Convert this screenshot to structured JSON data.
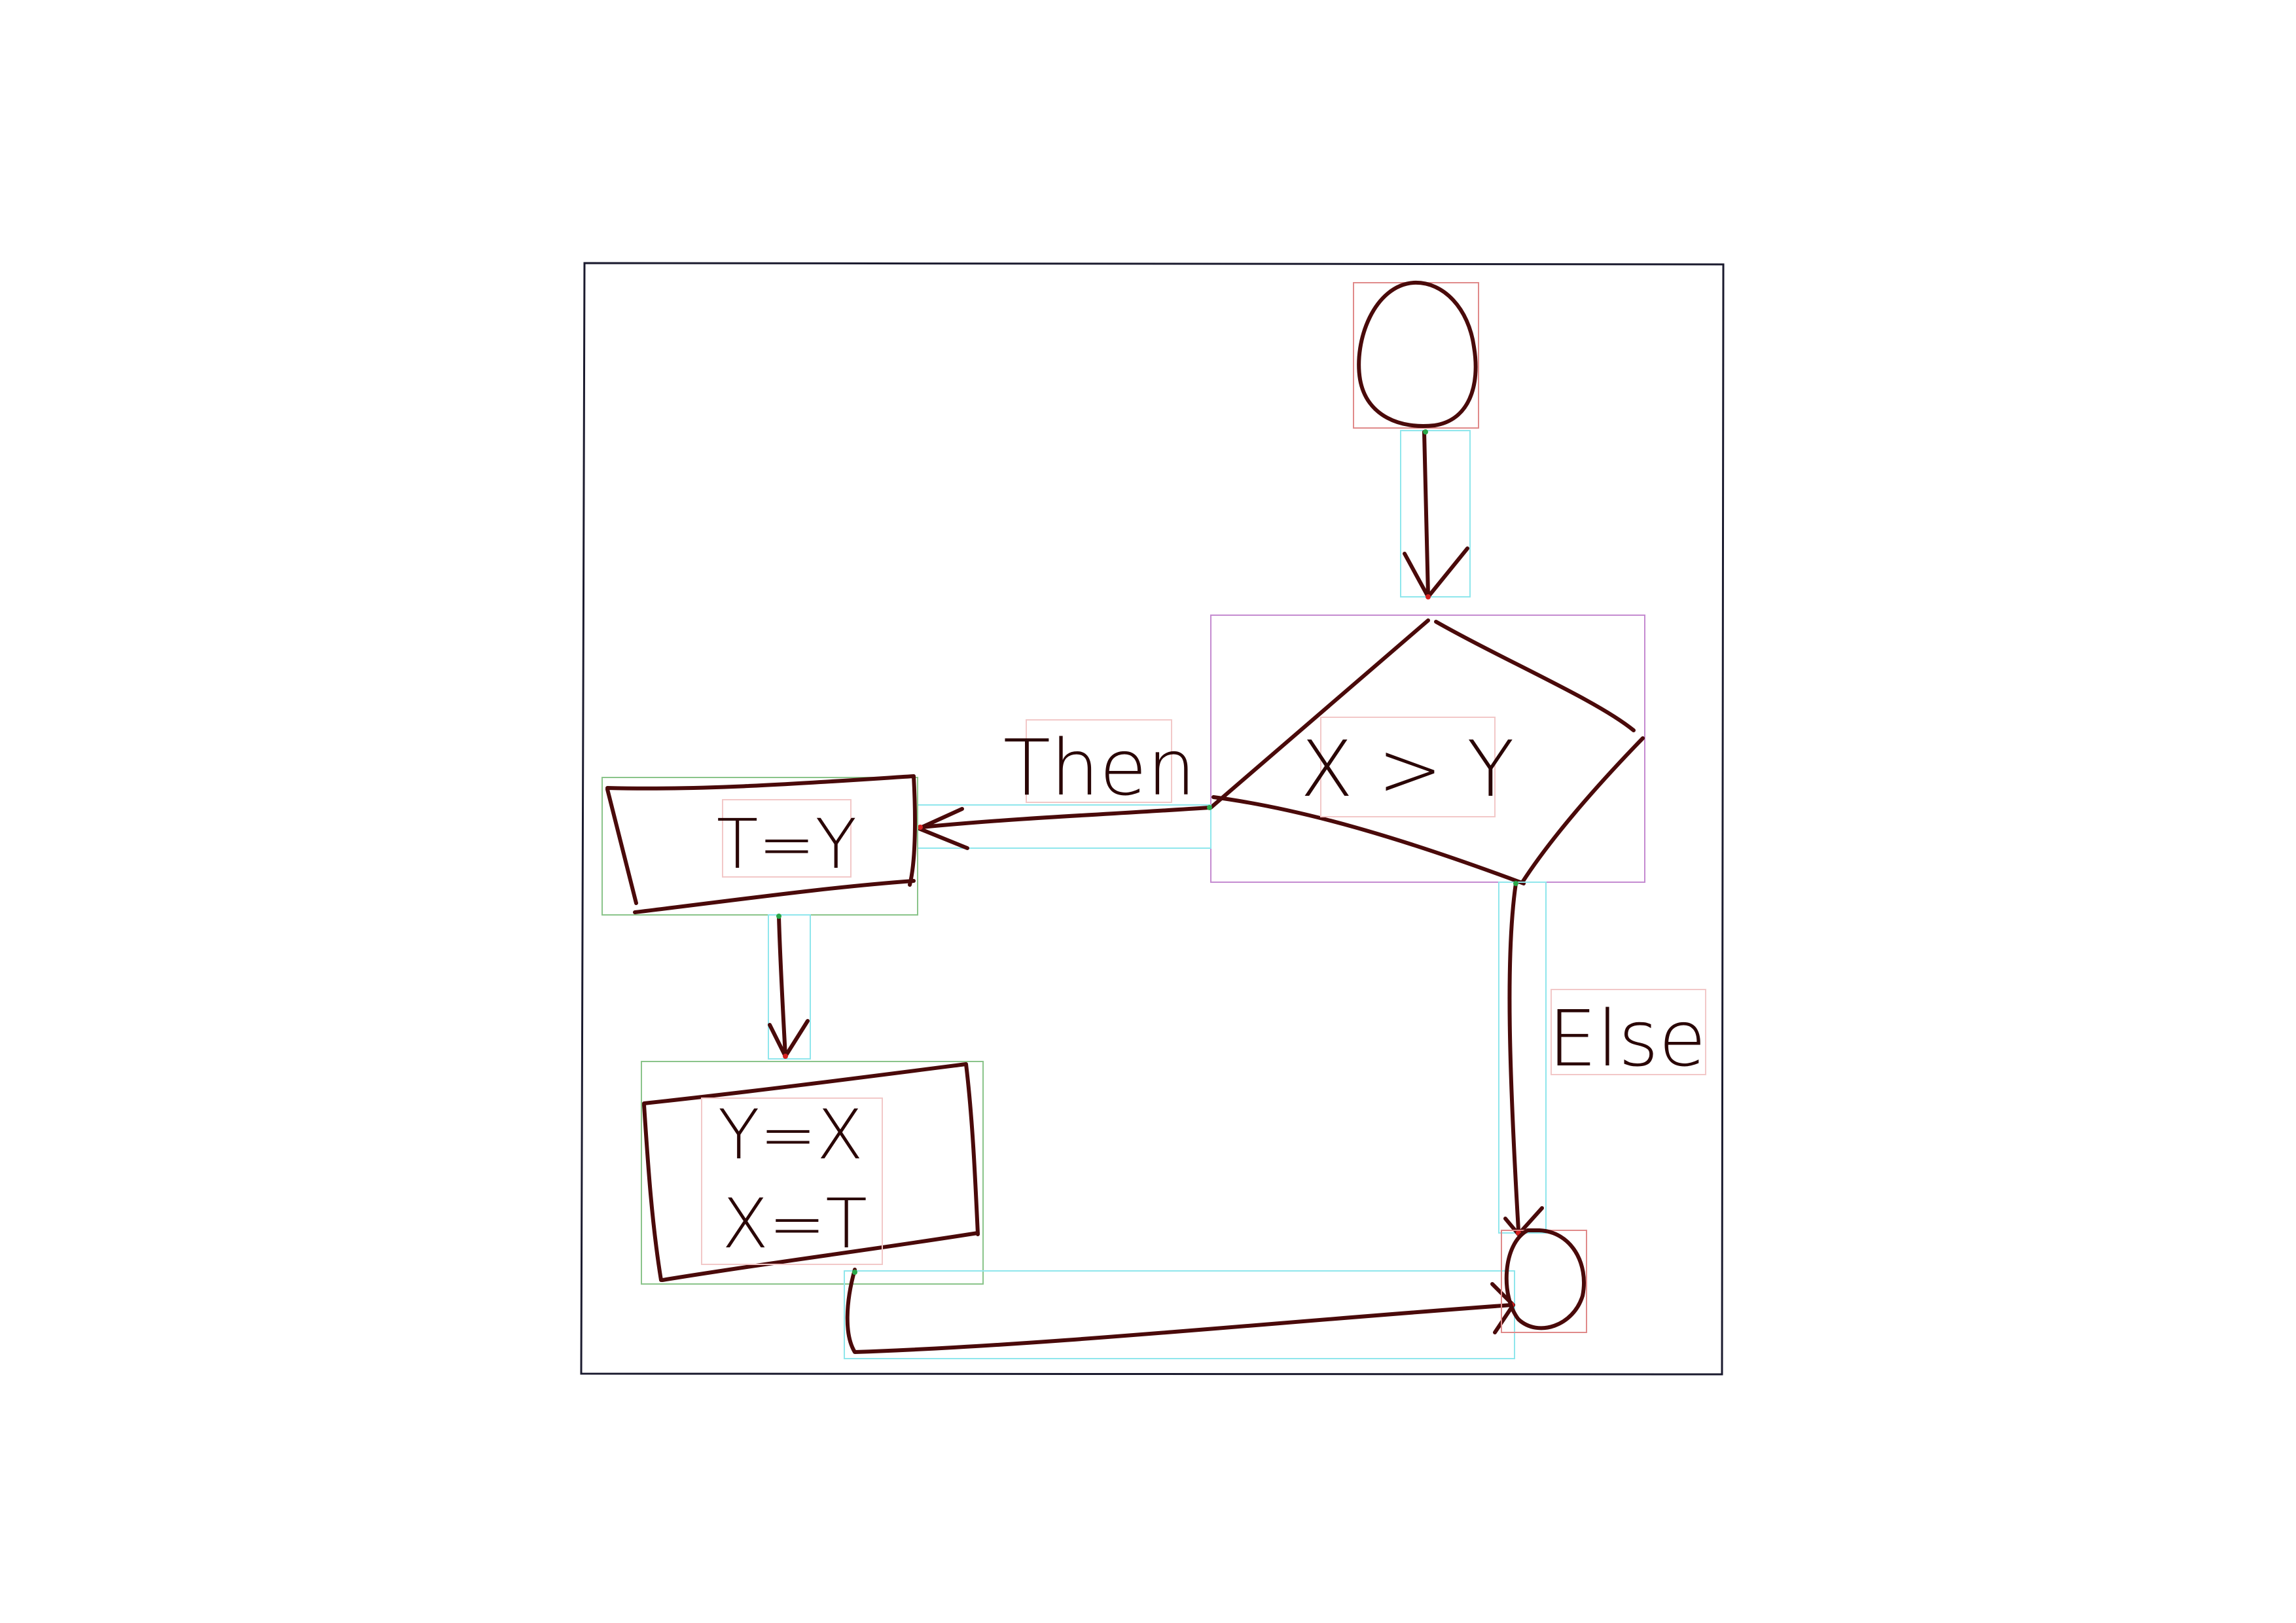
{
  "diagram": {
    "decision": {
      "label": "X > Y"
    },
    "process_swap_temp": {
      "label": "T=Y"
    },
    "process_assign": {
      "line1": "Y=X",
      "line2": "X=T"
    },
    "edge_then": {
      "label": "Then"
    },
    "edge_else": {
      "label": "Else"
    }
  },
  "colors": {
    "ink": "#4a0a0a",
    "node_box": "#e08a8a",
    "decision_box": "#c48ad0",
    "process_box": "#8ac48a",
    "arrow_box": "#8fe6ec",
    "text_box": "#f2c8c8",
    "frame": "#1a1a2e"
  }
}
